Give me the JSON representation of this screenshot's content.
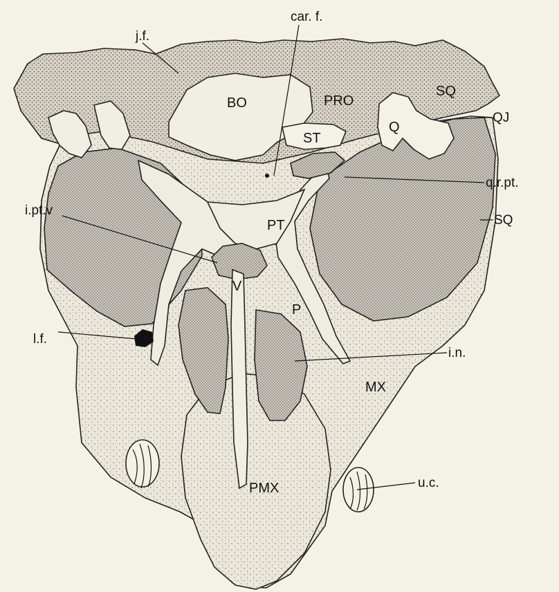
{
  "colors": {
    "paper": "#f4f1e6",
    "bone": "#ebe7da",
    "bone_dark": "#d7d2c4",
    "cavity": "#c9c5bc",
    "ink": "#111111"
  },
  "labels": {
    "car_f": "car. f.",
    "j_f": "j.f.",
    "bo": "BO",
    "pro": "PRO",
    "sq_top": "SQ",
    "qj": "QJ",
    "q": "Q",
    "st": "ST",
    "q_r_pt": "q.r.pt.",
    "i_pt_v": "i.pt.v",
    "pt": "PT",
    "sq_side": "SQ",
    "v": "V",
    "p": "P",
    "l_f": "l.f.",
    "i_n": "i.n.",
    "mx": "MX",
    "pmx": "PMX",
    "u_c": "u.c."
  }
}
